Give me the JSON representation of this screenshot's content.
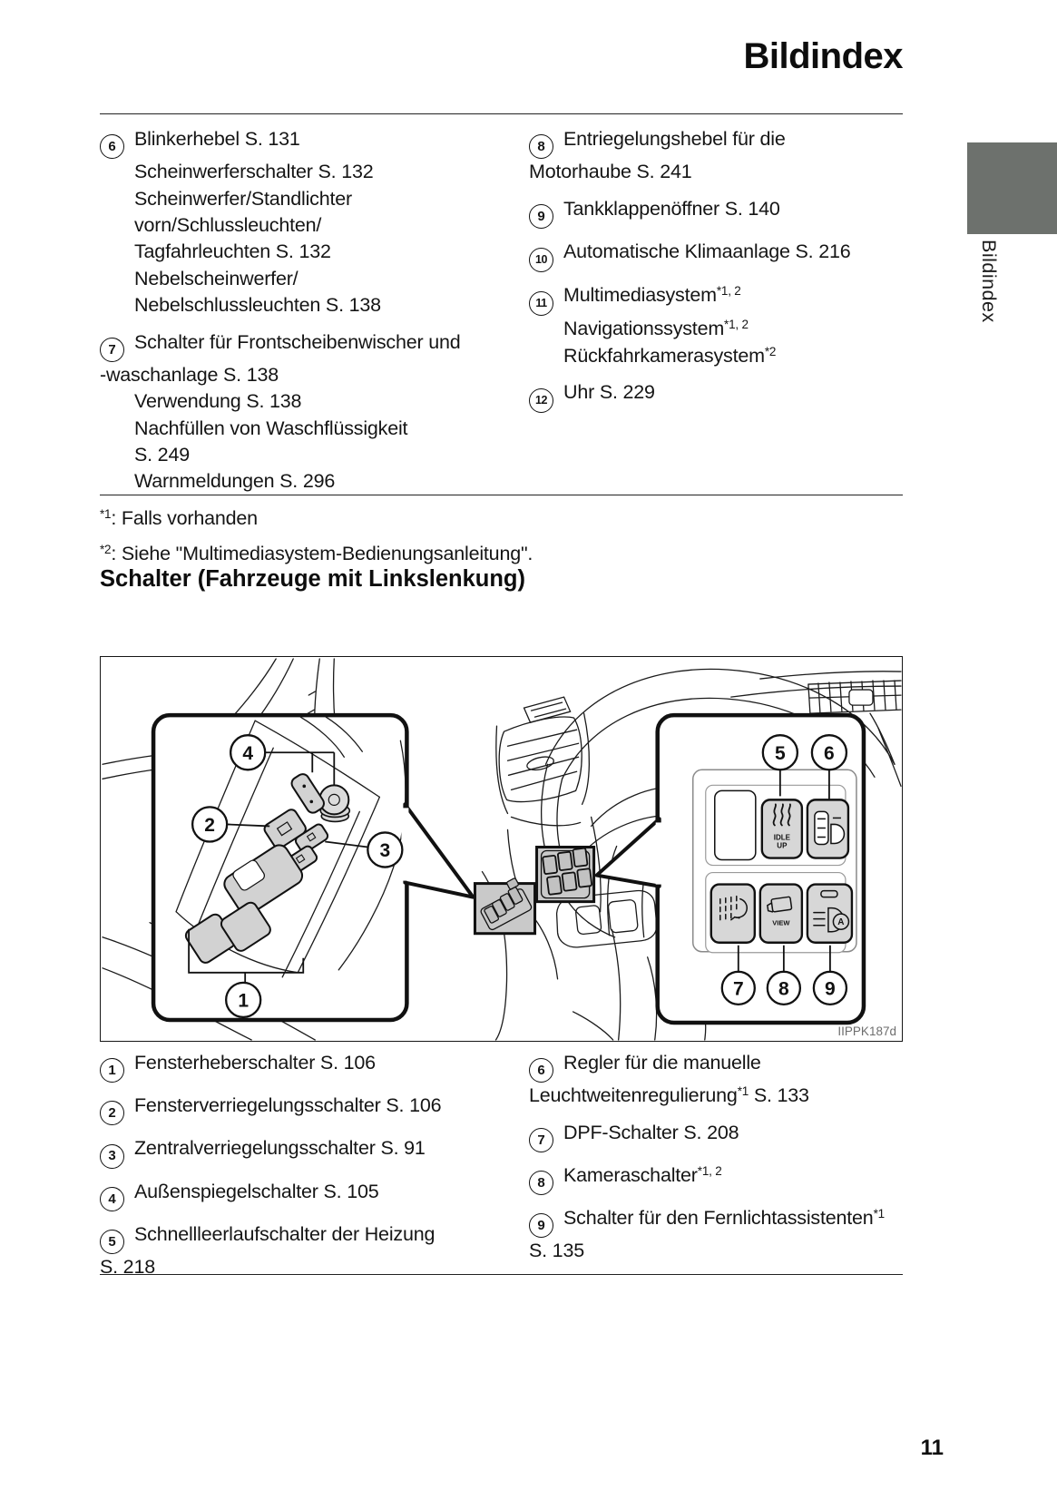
{
  "page": {
    "title": "Bildindex",
    "sidebar_tab_label": "Bildindex",
    "tab_color": "#6d716d",
    "section_heading": "Schalter (Fahrzeuge mit Linkslenkung)",
    "page_number": "11"
  },
  "index_list": {
    "left": [
      {
        "num": "6",
        "lines": [
          {
            "t": "Blinkerhebel S. 131",
            "c": "first"
          },
          {
            "t": "Scheinwerferschalter S. 132",
            "c": "sub"
          },
          {
            "t": "Scheinwerfer/Standlichter",
            "c": "sub"
          },
          {
            "t": "vorn/Schlussleuchten/",
            "c": "sub"
          },
          {
            "t": "Tagfahrleuchten S. 132",
            "c": "sub"
          },
          {
            "t": "Nebelscheinwerfer/",
            "c": "sub"
          },
          {
            "t": "Nebelschlussleuchten S. 138",
            "c": "sub"
          }
        ]
      },
      {
        "num": "7",
        "lines": [
          {
            "t": "Schalter für Frontscheibenwischer und",
            "c": "first"
          },
          {
            "t": "-waschanlage S. 138",
            "c": "cont"
          },
          {
            "t": "Verwendung S. 138",
            "c": "sub"
          },
          {
            "t": "Nachfüllen von Waschflüssigkeit",
            "c": "sub"
          },
          {
            "t": "S. 249",
            "c": "sub"
          },
          {
            "t": "Warnmeldungen S. 296",
            "c": "sub"
          }
        ]
      }
    ],
    "right": [
      {
        "num": "8",
        "lines": [
          {
            "t": "Entriegelungshebel für die",
            "c": "first"
          },
          {
            "t": "Motorhaube S. 241",
            "c": "cont"
          }
        ]
      },
      {
        "num": "9",
        "lines": [
          {
            "t": "Tankklappenöffner S. 140",
            "c": "first"
          }
        ]
      },
      {
        "num": "10",
        "lines": [
          {
            "t": "Automatische Klimaanlage S. 216",
            "c": "first"
          }
        ]
      },
      {
        "num": "11",
        "lines": [
          {
            "t": "Multimediasystem*1, 2",
            "c": "first"
          },
          {
            "t": "Navigationssystem*1, 2",
            "c": "sub"
          },
          {
            "t": "Rückfahrkamerasystem*2",
            "c": "sub"
          }
        ]
      },
      {
        "num": "12",
        "lines": [
          {
            "t": "Uhr S. 229",
            "c": "first"
          }
        ]
      }
    ]
  },
  "footnotes": [
    "*1: Falls vorhanden",
    "*2: Siehe \"Multimediasystem-Bedienungsanleitung\"."
  ],
  "figure": {
    "code": "IIPPK187d",
    "callouts": [
      "1",
      "2",
      "3",
      "4",
      "5",
      "6",
      "7",
      "8",
      "9"
    ],
    "idle_button_line1": "IDLE",
    "idle_button_line2": "UP",
    "view_button_label": "VIEW",
    "auto_beam_letter": "A"
  },
  "legend": {
    "left": [
      {
        "num": "1",
        "lines": [
          {
            "t": "Fensterheberschalter S. 106",
            "c": "first"
          }
        ]
      },
      {
        "num": "2",
        "lines": [
          {
            "t": "Fensterverriegelungsschalter S. 106",
            "c": "first"
          }
        ]
      },
      {
        "num": "3",
        "lines": [
          {
            "t": "Zentralverriegelungsschalter S. 91",
            "c": "first"
          }
        ]
      },
      {
        "num": "4",
        "lines": [
          {
            "t": "Außenspiegelschalter S. 105",
            "c": "first"
          }
        ]
      },
      {
        "num": "5",
        "lines": [
          {
            "t": "Schnellleerlaufschalter der Heizung",
            "c": "first"
          },
          {
            "t": "S. 218",
            "c": "cont"
          }
        ]
      }
    ],
    "right": [
      {
        "num": "6",
        "lines": [
          {
            "t": "Regler für die manuelle",
            "c": "first"
          },
          {
            "t": "Leuchtweitenregulierung*1 S. 133",
            "c": "cont"
          }
        ]
      },
      {
        "num": "7",
        "lines": [
          {
            "t": "DPF-Schalter S. 208",
            "c": "first"
          }
        ]
      },
      {
        "num": "8",
        "lines": [
          {
            "t": "Kameraschalter*1, 2",
            "c": "first"
          }
        ]
      },
      {
        "num": "9",
        "lines": [
          {
            "t": "Schalter für den Fernlichtassistenten*1",
            "c": "first"
          },
          {
            "t": "S. 135",
            "c": "cont"
          }
        ]
      }
    ]
  }
}
